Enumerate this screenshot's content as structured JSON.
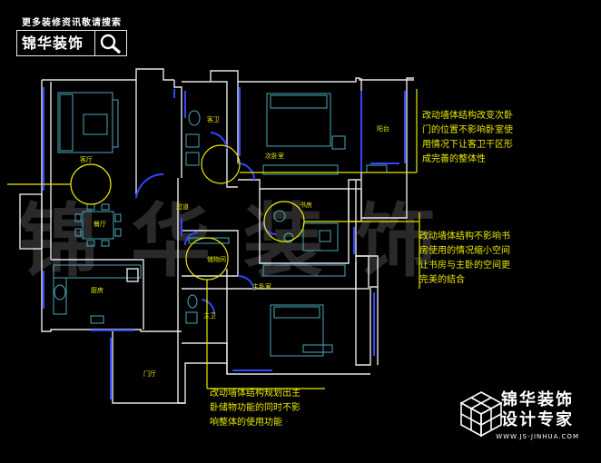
{
  "header": {
    "notice": "更多装修资讯敬请搜索",
    "logo_text": "锦华装饰"
  },
  "watermark": "锦华装饰",
  "rooms": {
    "living": "客厅",
    "dining": "餐厅",
    "kitchen": "厨房",
    "aisle": "过道",
    "guest_bath": "客卫",
    "second_bedroom": "次卧室",
    "balcony": "阳台",
    "study": "书房",
    "storage": "储物间",
    "master_bedroom": "主卧室",
    "master_bath": "主卫",
    "entry": "门厅"
  },
  "annotations": {
    "a1": [
      "改动墙体结构改变次卧",
      "门的位置不影响卧室使",
      "用情况下让客卫干区形",
      "成完善的整体性"
    ],
    "a2": [
      "改动墙体结构不影响书",
      "房使用的情况缩小空间",
      "让书房与主卧的空间更",
      "完美的结合"
    ],
    "a3": [
      "改动墙体结构规划出主",
      "卧储物功能的同时不影",
      "响整体的使用功能"
    ]
  },
  "brand": {
    "name_line1": "锦华装饰",
    "name_line2": "设计专家",
    "url": "WWW.JS-JINHUA.COM"
  },
  "colors": {
    "background": "#000000",
    "wall": "#e6e6e6",
    "door": "#2f47ff",
    "annotation": "#e8e800",
    "furniture": "#4aa8b8",
    "brand_white": "#ffffff"
  }
}
